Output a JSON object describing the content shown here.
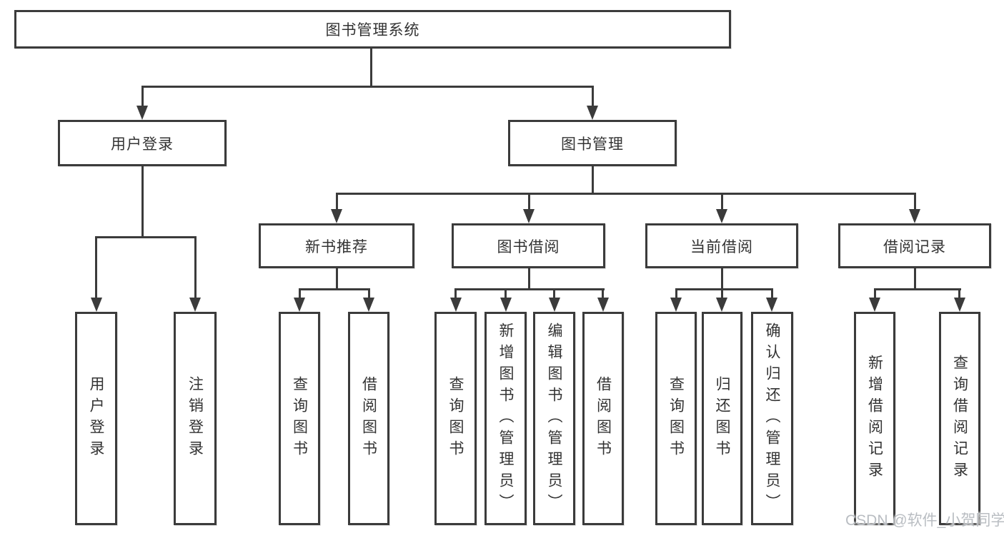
{
  "diagram": {
    "root": {
      "label": "图书管理系统"
    },
    "branches": [
      {
        "label": "用户登录",
        "children": [
          {
            "label": "用户登录"
          },
          {
            "label": "注销登录"
          }
        ]
      },
      {
        "label": "图书管理",
        "children": [
          {
            "label": "新书推荐",
            "children": [
              {
                "label": "查询图书"
              },
              {
                "label": "借阅图书"
              }
            ]
          },
          {
            "label": "图书借阅",
            "children": [
              {
                "label": "查询图书"
              },
              {
                "label": "新增图书（管理员）"
              },
              {
                "label": "编辑图书（管理员）"
              },
              {
                "label": "借阅图书"
              }
            ]
          },
          {
            "label": "当前借阅",
            "children": [
              {
                "label": "查询图书"
              },
              {
                "label": "归还图书"
              },
              {
                "label": "确认归还（管理员）"
              }
            ]
          },
          {
            "label": "借阅记录",
            "children": [
              {
                "label": "新增借阅记录"
              },
              {
                "label": "查询借阅记录"
              }
            ]
          }
        ]
      }
    ]
  },
  "watermark": {
    "text": "CSDN @软件_小贺同学"
  },
  "colors": {
    "line": "#3b3b3b",
    "text": "#333333",
    "watermark": "#b9bdc2",
    "background": "#ffffff"
  }
}
